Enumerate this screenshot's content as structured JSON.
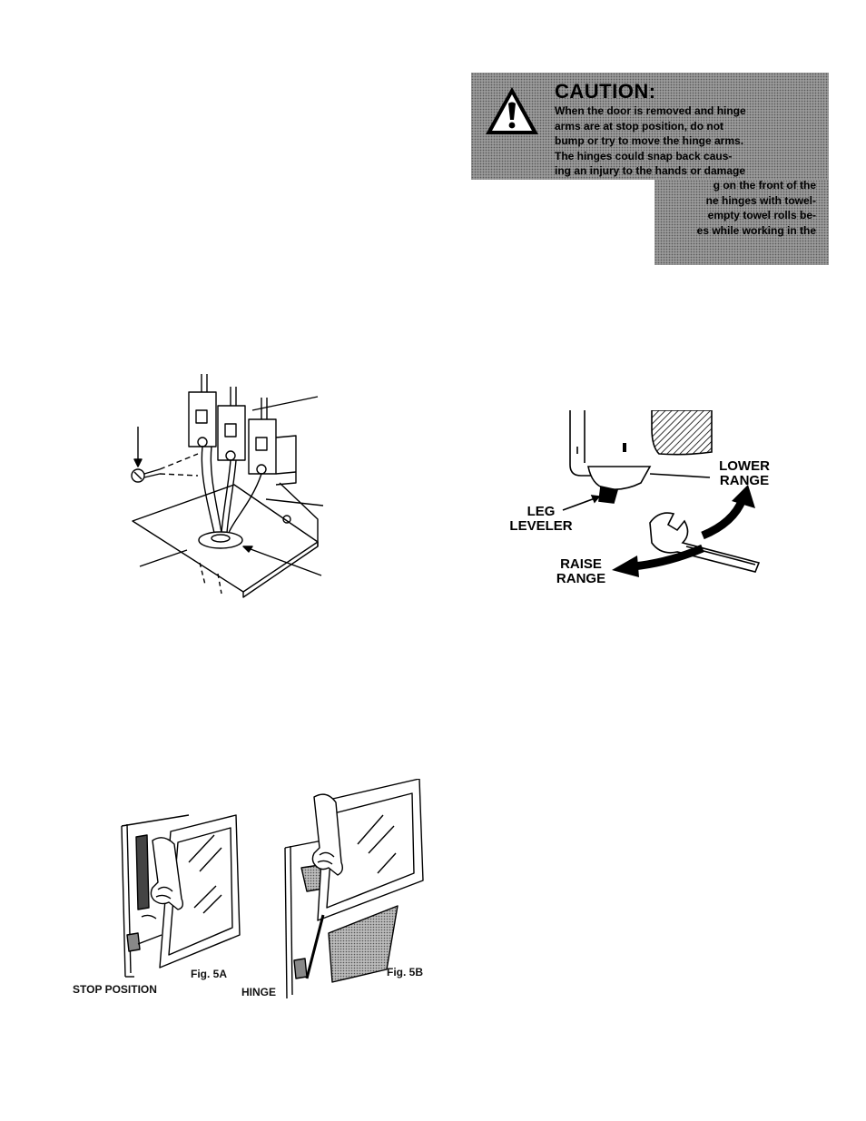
{
  "caution": {
    "title": "CAUTION:",
    "text_lines": [
      "When the door is removed and hinge",
      "arms are at stop position, do not",
      "bump or try to move the hinge arms.",
      "The hinges could snap back caus-",
      "ing an injury to the hands or damage"
    ],
    "partial_lines": [
      "g on the front of the",
      "ne hinges with towel-",
      "empty towel rolls be-",
      "es while working in the"
    ]
  },
  "leveler_figure": {
    "leg_leveler_label": "LEG\nLEVELER",
    "lower_range_label": "LOWER\nRANGE",
    "raise_range_label": "RAISE\nRANGE"
  },
  "door_figures": {
    "fig5a_caption": "Fig. 5A",
    "fig5a_label": "STOP POSITION",
    "fig5b_caption": "Fig. 5B",
    "fig5b_label": "HINGE"
  }
}
